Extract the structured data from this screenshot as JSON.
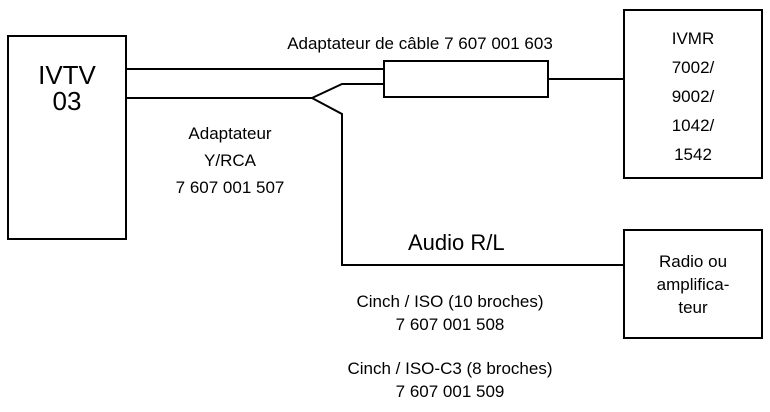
{
  "boxes": {
    "ivtv": [
      "IVTV",
      "03"
    ],
    "ivmr": [
      "IVMR",
      "7002/",
      "9002/",
      "1042/",
      "1542"
    ],
    "radio": [
      "Radio ou",
      "amplifica-",
      "teur"
    ]
  },
  "labels": {
    "cable_adapter": "Adaptateur de câble 7 607 001 603",
    "yrca_adapter": [
      "Adaptateur",
      "Y/RCA",
      "7 607 001 507"
    ],
    "audio": "Audio R/L",
    "cinch_iso": [
      "Cinch / ISO (10 broches)",
      "7 607 001 508"
    ],
    "cinch_iso_c3": [
      "Cinch / ISO-C3 (8 broches)",
      "7 607 001 509"
    ]
  }
}
